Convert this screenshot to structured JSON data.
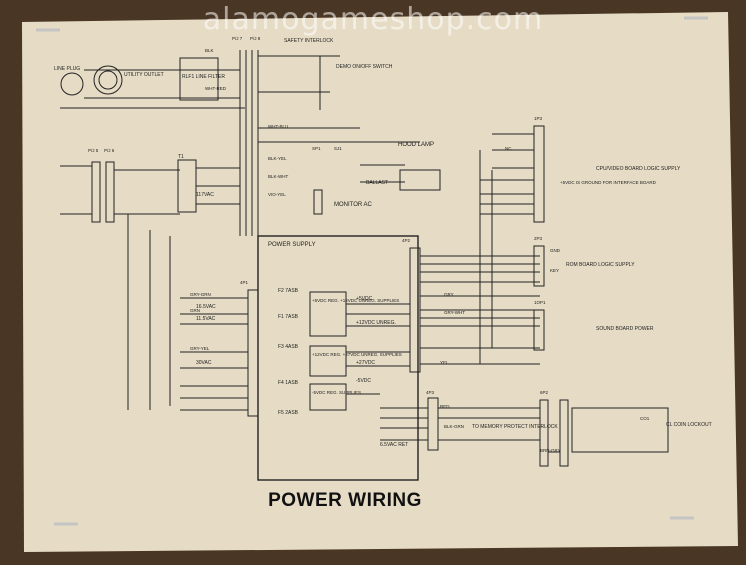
{
  "watermark": "alamogameshop.com",
  "title": "POWER WIRING",
  "colors": {
    "background": "#4a3624",
    "paper": "#e8dfc9",
    "ink": "#1e1e1e",
    "watermark": "#ffffff",
    "staple": "#b8b8b8"
  },
  "labels": {
    "line_plug": "LINE PLUG",
    "utility_outlet": "UTILITY OUTLET",
    "line_filter": "RLF1 LINE FILTER",
    "safety_interlock": "SAFETY INTERLOCK",
    "demo_switch": "DEMO ON/OFF SWITCH",
    "hood_lamp": "HOOD LAMP",
    "ballast": "BALLAST",
    "monitor_ac": "MONITOR AC",
    "power_supply": "POWER SUPPLY",
    "rom_board": "ROM BOARD LOGIC SUPPLY",
    "sound_board": "SOUND BOARD POWER",
    "cpu_board": "CPU/VIDEO BOARD LOGIC SUPPLY",
    "cpu_note": "+5VDC IS GROUND FOR INTERFACE BOARD",
    "memory_protect": "TO MEMORY PROTECT INTERLOCK",
    "coin_lockout": "CL COIN LOCKOUT",
    "reg_5v": "+5VDC REG. +12VDC UNREG. SUPPLIES",
    "reg_12v": "+12VDC REG. +27VDC UNREG. SUPPLIES",
    "reg_m5v": "-5VDC REG. SUPPLIES",
    "fuse_f1": "F1 7ASB",
    "fuse_f2": "F2 7ASB",
    "fuse_f3": "F3 4ASB",
    "fuse_f4": "F4 1ASB",
    "fuse_f5": "F5 2ASB",
    "t1": "T1",
    "v117": "117VAC",
    "v30": "30VAC",
    "v115": "11.5VAC",
    "v165": "16.5VAC",
    "v65": "6.5VAC RET",
    "v5ret": "+5VDC",
    "v12ureg": "+12VDC UNREG.",
    "v27": "+27VDC",
    "vm5": "-5VDC"
  },
  "wire_labels": [
    "BLK",
    "WHT-RED",
    "WHT-BLU",
    "BLK-YEL",
    "BLK-WHT",
    "VIO-YEL",
    "GRY-GRN",
    "GRY-YEL",
    "GRN",
    "YEL",
    "RED",
    "GRY-WHT",
    "BRN-GRY",
    "BLK-GRN",
    "GRY",
    "NC",
    "GND",
    "KEY"
  ],
  "connectors": [
    "P/J 5",
    "P/J 6",
    "P/J 7",
    "P/J 8",
    "SP1",
    "SJ1",
    "4P1",
    "4P2",
    "4P3",
    "1P3",
    "2P3",
    "1OP1",
    "6P2",
    "CO1"
  ]
}
